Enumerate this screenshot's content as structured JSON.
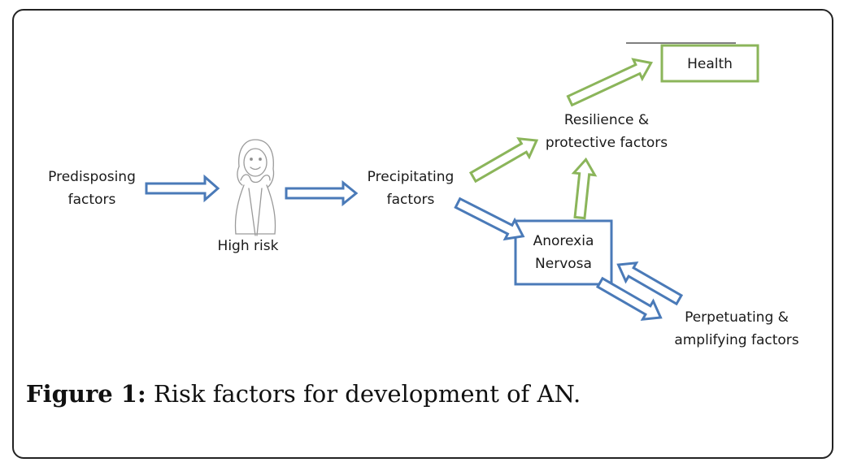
{
  "nodes": {
    "predisposing": "Predisposing\nfactors",
    "high_risk": "High risk",
    "precipitating": "Precipitating\nfactors",
    "resilience": "Resilience &\nprotective factors",
    "health": "Health",
    "anorexia": "Anorexia\nNervosa",
    "perpetuating": "Perpetuating &\namplifying factors"
  },
  "caption": {
    "label": "Figure 1:",
    "text": "Risk factors for development of AN."
  },
  "colors": {
    "blue": "#4a7ab8",
    "green": "#8bb55a",
    "sketch": "#9a9a9a"
  }
}
